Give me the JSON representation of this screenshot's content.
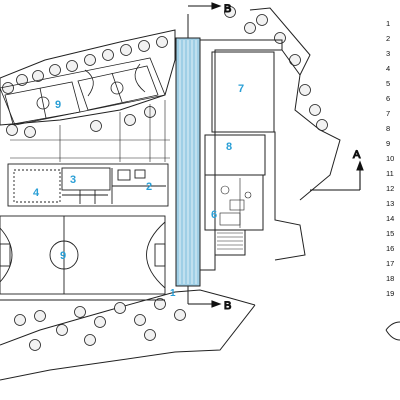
{
  "colors": {
    "line": "#222222",
    "accent": "#2a9fd6",
    "pool_fill": "#9fcfe6",
    "tree_fill": "#f2f2f2",
    "background": "#ffffff"
  },
  "zones": [
    {
      "id": "z1",
      "label": "1"
    },
    {
      "id": "z2",
      "label": "2"
    },
    {
      "id": "z3",
      "label": "3"
    },
    {
      "id": "z4",
      "label": "4"
    },
    {
      "id": "z6",
      "label": "6"
    },
    {
      "id": "z7",
      "label": "7"
    },
    {
      "id": "z8",
      "label": "8"
    },
    {
      "id": "z9a",
      "label": "9"
    },
    {
      "id": "z9b",
      "label": "9"
    }
  ],
  "section_marks": [
    {
      "id": "b-top",
      "label": "B"
    },
    {
      "id": "b-bottom",
      "label": "B"
    },
    {
      "id": "a-right",
      "label": "A"
    }
  ],
  "legend": [
    "1",
    "2",
    "3",
    "4",
    "5",
    "6",
    "7",
    "8",
    "9",
    "10",
    "11",
    "12",
    "13",
    "14",
    "15",
    "16",
    "17",
    "18",
    "19"
  ],
  "icons": {
    "north": "north-arrow-icon",
    "tree": "tree-icon"
  }
}
